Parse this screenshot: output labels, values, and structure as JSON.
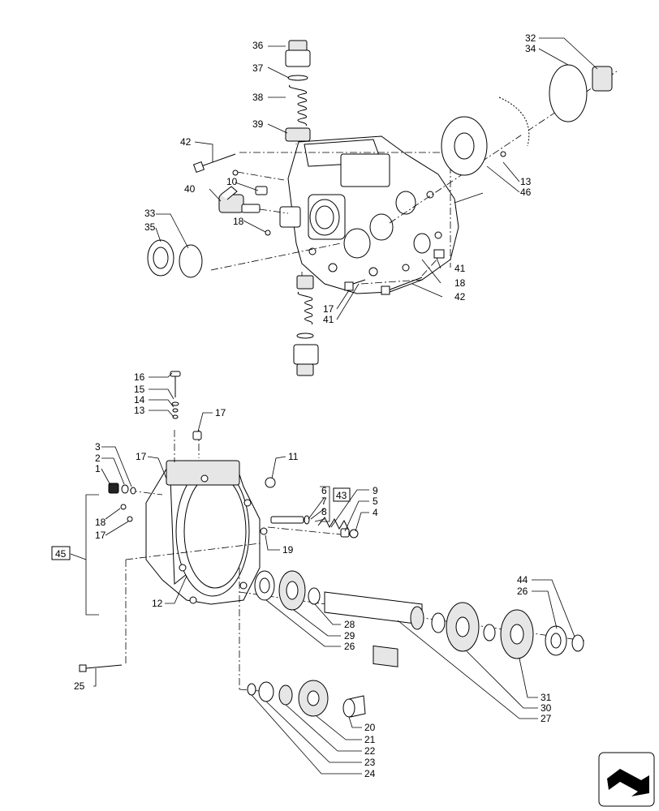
{
  "callouts": [
    {
      "id": "c36",
      "text": "36"
    },
    {
      "id": "c37",
      "text": "37"
    },
    {
      "id": "c38",
      "text": "38"
    },
    {
      "id": "c39",
      "text": "39"
    },
    {
      "id": "c42a",
      "text": "42"
    },
    {
      "id": "c10",
      "text": "10"
    },
    {
      "id": "c40",
      "text": "40"
    },
    {
      "id": "c18a",
      "text": "18"
    },
    {
      "id": "c33",
      "text": "33"
    },
    {
      "id": "c35",
      "text": "35"
    },
    {
      "id": "c32",
      "text": "32"
    },
    {
      "id": "c34",
      "text": "34"
    },
    {
      "id": "c13a",
      "text": "13"
    },
    {
      "id": "c46",
      "text": "46"
    },
    {
      "id": "c41a",
      "text": "41"
    },
    {
      "id": "c18b",
      "text": "18"
    },
    {
      "id": "c42b",
      "text": "42"
    },
    {
      "id": "c17a",
      "text": "17"
    },
    {
      "id": "c41b",
      "text": "41"
    },
    {
      "id": "c16",
      "text": "16"
    },
    {
      "id": "c15",
      "text": "15"
    },
    {
      "id": "c14",
      "text": "14"
    },
    {
      "id": "c13b",
      "text": "13"
    },
    {
      "id": "c17b",
      "text": "17"
    },
    {
      "id": "c3",
      "text": "3"
    },
    {
      "id": "c2",
      "text": "2"
    },
    {
      "id": "c1",
      "text": "1"
    },
    {
      "id": "c17c",
      "text": "17"
    },
    {
      "id": "c11",
      "text": "11"
    },
    {
      "id": "c6",
      "text": "6"
    },
    {
      "id": "c7",
      "text": "7"
    },
    {
      "id": "c8",
      "text": "8"
    },
    {
      "id": "c9",
      "text": "9"
    },
    {
      "id": "c5",
      "text": "5"
    },
    {
      "id": "c4",
      "text": "4"
    },
    {
      "id": "c18c",
      "text": "18"
    },
    {
      "id": "c17d",
      "text": "17"
    },
    {
      "id": "c19",
      "text": "19"
    },
    {
      "id": "c12",
      "text": "12"
    },
    {
      "id": "c44",
      "text": "44"
    },
    {
      "id": "c26a",
      "text": "26"
    },
    {
      "id": "c28",
      "text": "28"
    },
    {
      "id": "c29",
      "text": "29"
    },
    {
      "id": "c26b",
      "text": "26"
    },
    {
      "id": "c31",
      "text": "31"
    },
    {
      "id": "c30",
      "text": "30"
    },
    {
      "id": "c27",
      "text": "27"
    },
    {
      "id": "c25",
      "text": "25"
    },
    {
      "id": "c20",
      "text": "20"
    },
    {
      "id": "c21",
      "text": "21"
    },
    {
      "id": "c22",
      "text": "22"
    },
    {
      "id": "c23",
      "text": "23"
    },
    {
      "id": "c24",
      "text": "24"
    }
  ],
  "boxed": [
    {
      "id": "b43",
      "text": "43"
    },
    {
      "id": "b45",
      "text": "45"
    }
  ],
  "nav_icon": "next-page-arrow-icon"
}
